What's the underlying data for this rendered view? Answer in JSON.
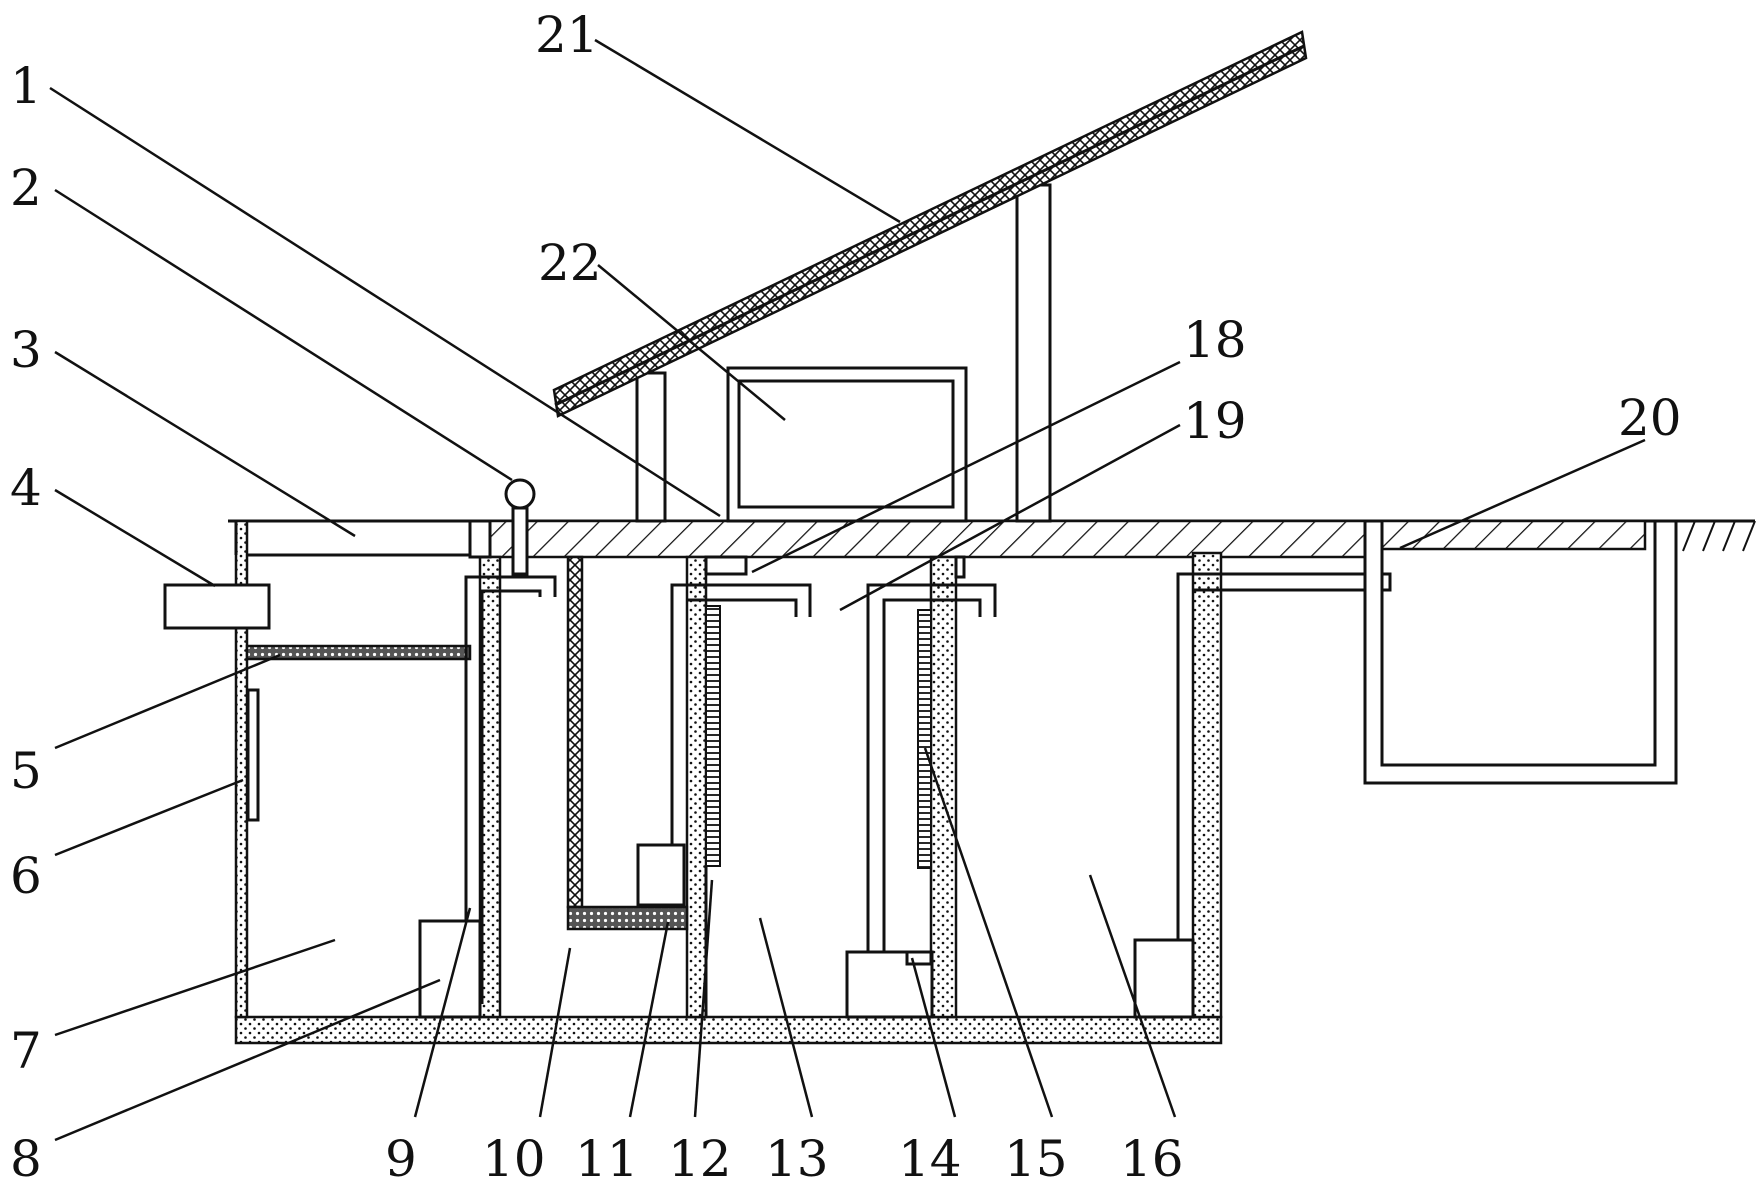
{
  "labels": {
    "l1": "1",
    "l2": "2",
    "l3": "3",
    "l4": "4",
    "l5": "5",
    "l6": "6",
    "l7": "7",
    "l8": "8",
    "l9": "9",
    "l10": "10",
    "l11": "11",
    "l12": "12",
    "l13": "13",
    "l14": "14",
    "l15": "15",
    "l16": "16",
    "l18": "18",
    "l19": "19",
    "l20": "20",
    "l21": "21",
    "l22": "22"
  }
}
